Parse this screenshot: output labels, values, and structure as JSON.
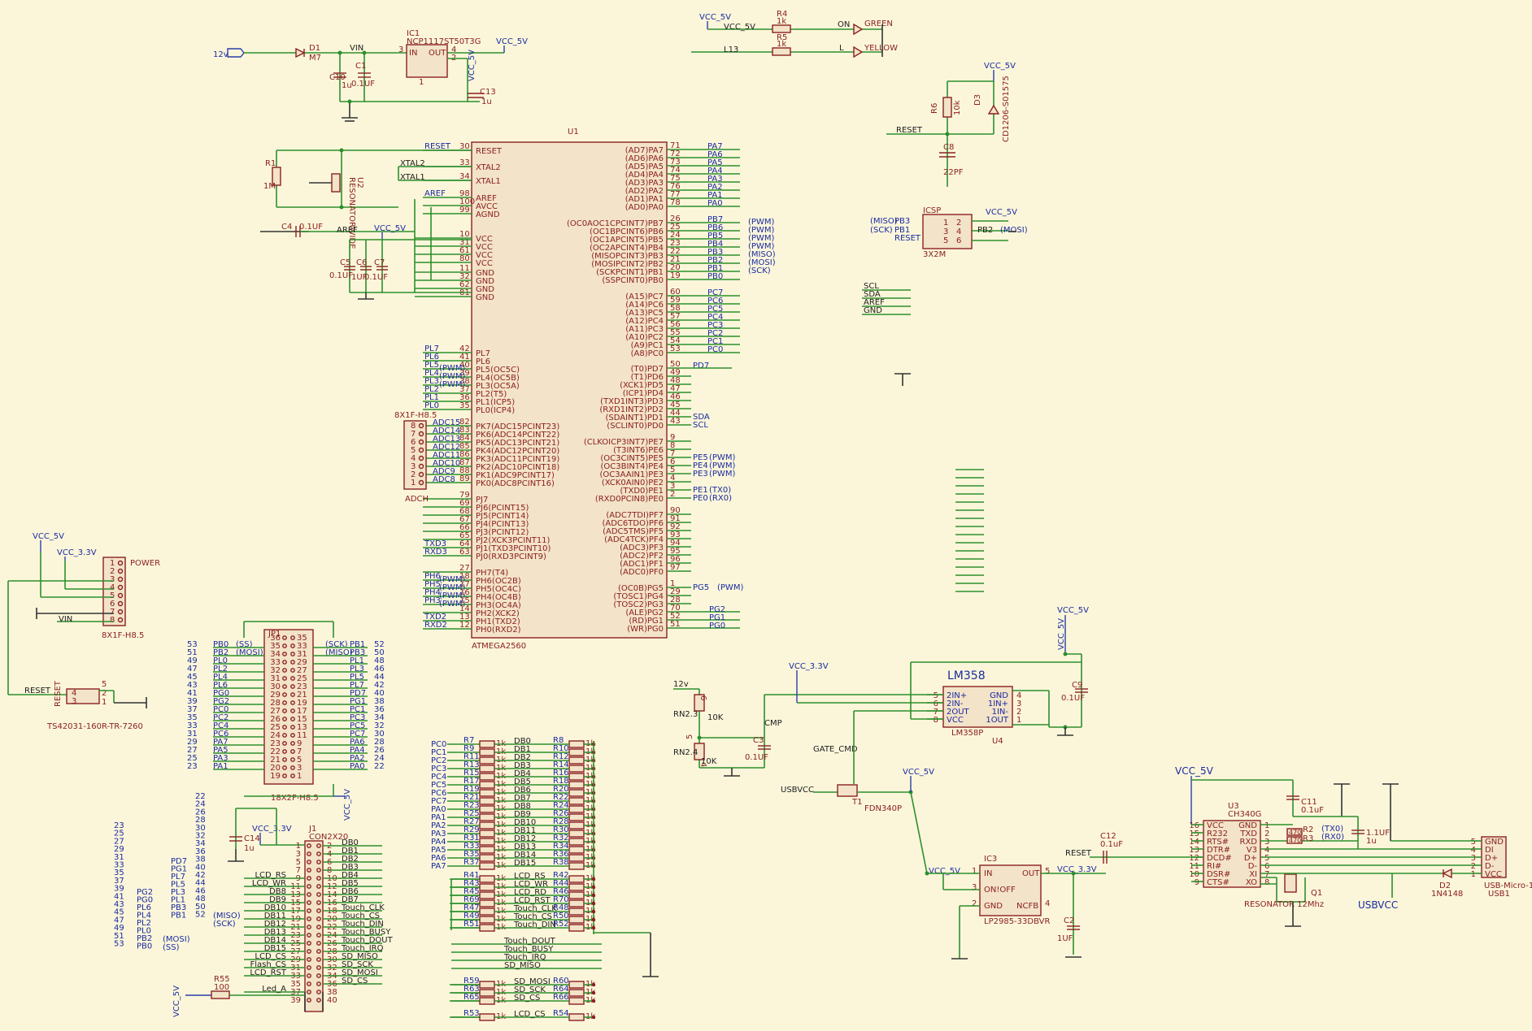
{
  "colors": {
    "background": "#fbf6da",
    "wire": "#2d8f2d",
    "part": "#8b2020",
    "net": "#1a2aa0"
  },
  "top": {
    "in12": "12v",
    "d1": "D1",
    "d1v": "M7",
    "vin": "VIN",
    "ic1": "IC1",
    "ic1p": "NCP1117ST50T3G",
    "in": "IN",
    "out": "OUT",
    "vcc5": "VCC_5V",
    "c10": "C10",
    "c10v": "1u",
    "c1": "C1",
    "c1v": "0.1UF",
    "c13": "C13",
    "c13v": "1u",
    "p3": "3",
    "p4": "4",
    "p2": "2",
    "p1": "1"
  },
  "leds": {
    "vcc": "VCC_5V",
    "net": "VCC_5V",
    "r4": "R4",
    "r4v": "1k",
    "r5": "R5",
    "r5v": "1k",
    "l13": "L13",
    "on": "ON",
    "l": "L",
    "green": "GREEN",
    "yellow": "YELLOW"
  },
  "reset_ckt": {
    "vcc": "VCC_5V",
    "r6": "R6",
    "r6v": "10k",
    "d3": "D3",
    "d3p": "CD1206-S01575",
    "reset": "RESET",
    "c8": "C8",
    "c8v": "22PF"
  },
  "icsp": {
    "name": "ICSP",
    "part": "3X2M",
    "vcc": "VCC_5V",
    "l": [
      "(MISO)",
      "(SCK)",
      "",
      "PB3",
      "PB1",
      "RESET"
    ],
    "r": [
      "PB2",
      "(MOSI)"
    ],
    "nums": [
      "1",
      "2",
      "3",
      "4",
      "5",
      "6"
    ]
  },
  "i2c": [
    "SCL",
    "SDA",
    "AREF",
    "GND"
  ],
  "mcu": {
    "name": "U1",
    "part": "ATMEGA2560",
    "left_top": [
      [
        "RESET",
        "30",
        "RESET"
      ],
      [
        "",
        "33",
        "XTAL2"
      ],
      [
        "",
        "34",
        "XTAL1"
      ],
      [
        "AREF",
        "98",
        "AREF"
      ],
      [
        "",
        "100",
        "AVCC"
      ],
      [
        "",
        "99",
        "AGND"
      ]
    ],
    "xtal": [
      "XTAL2",
      "XTAL1"
    ],
    "vcc": [
      "10",
      "31",
      "61",
      "80"
    ],
    "vcc_lbl": "VCC",
    "vcc_small": "VCC",
    "gnd": [
      "11",
      "32",
      "62",
      "81"
    ],
    "gnd_lbl": "GND",
    "gnd_small": "GND",
    "pl": [
      [
        "PL7",
        "42",
        "PL7",
        ""
      ],
      [
        "PL6",
        "41",
        "PL6",
        ""
      ],
      [
        "PL5",
        "40",
        "PL5(OC5C)",
        "(PWM)"
      ],
      [
        "PL4",
        "39",
        "PL4(OC5B)",
        "(PWM)"
      ],
      [
        "PL3",
        "38",
        "PL3(OC5A)",
        "(PWM)"
      ],
      [
        "PL2",
        "37",
        "PL2(T5)",
        ""
      ],
      [
        "PL1",
        "36",
        "PL1(ICP5)",
        ""
      ],
      [
        "PL0",
        "35",
        "PL0(ICP4)",
        ""
      ]
    ],
    "pk": [
      [
        "ADC15",
        "82",
        "PK7(ADC15PCINT23)"
      ],
      [
        "ADC14",
        "83",
        "PK6(ADC14PCINT22)"
      ],
      [
        "ADC13",
        "84",
        "PK5(ADC13PCINT21)"
      ],
      [
        "ADC12",
        "85",
        "PK4(ADC12PCINT20)"
      ],
      [
        "ADC11",
        "86",
        "PK3(ADC11PCINT19)"
      ],
      [
        "ADC10",
        "87",
        "PK2(ADC10PCINT18)"
      ],
      [
        "ADC9",
        "88",
        "PK1(ADC9PCINT17)"
      ],
      [
        "ADC8",
        "89",
        "PK0(ADC8PCINT16)"
      ]
    ],
    "pj": [
      [
        "",
        "79",
        "PJ7"
      ],
      [
        "",
        "69",
        "PJ6(PCINT15)"
      ],
      [
        "",
        "68",
        "PJ5(PCINT14)"
      ],
      [
        "",
        "67",
        "PJ4(PCINT13)"
      ],
      [
        "",
        "66",
        "PJ3(PCINT12)"
      ],
      [
        "",
        "65",
        "PJ2(XCK3PCINT11)"
      ],
      [
        "TXD3",
        "64",
        "PJ1(TXD3PCINT10)"
      ],
      [
        "RXD3",
        "63",
        "PJ0(RXD3PCINT9)"
      ]
    ],
    "ph": [
      [
        "",
        "27",
        "PH7(T4)",
        ""
      ],
      [
        "PH6",
        "18",
        "PH6(OC2B)",
        "(PWM)"
      ],
      [
        "PH5",
        "17",
        "PH5(OC4C)",
        "(PWM)"
      ],
      [
        "PH4",
        "16",
        "PH4(OC4B)",
        "(PWM)"
      ],
      [
        "PH3",
        "15",
        "PH3(OC4A)",
        "(PWM)"
      ],
      [
        "",
        "14",
        "PH2(XCK2)",
        ""
      ],
      [
        "TXD2",
        "13",
        "PH1(TXD2)",
        ""
      ],
      [
        "RXD2",
        "12",
        "PH0(RXD2)",
        ""
      ]
    ],
    "pa": [
      [
        "(AD7)PA7",
        "71",
        "PA7",
        ""
      ],
      [
        "(AD6)PA6",
        "72",
        "PA6",
        ""
      ],
      [
        "(AD5)PA5",
        "73",
        "PA5",
        ""
      ],
      [
        "(AD4)PA4",
        "74",
        "PA4",
        ""
      ],
      [
        "(AD3)PA3",
        "75",
        "PA3",
        ""
      ],
      [
        "(AD2)PA2",
        "76",
        "PA2",
        ""
      ],
      [
        "(AD1)PA1",
        "77",
        "PA1",
        ""
      ],
      [
        "(AD0)PA0",
        "78",
        "PA0",
        ""
      ]
    ],
    "pb": [
      [
        "(OC0AOC1CPCINT7)PB7",
        "26",
        "PB7",
        "(PWM)"
      ],
      [
        "(OC1BPCINT6)PB6",
        "25",
        "PB6",
        "(PWM)"
      ],
      [
        "(OC1APCINT5)PB5",
        "24",
        "PB5",
        "(PWM)"
      ],
      [
        "(OC2APCINT4)PB4",
        "23",
        "PB4",
        "(PWM)"
      ],
      [
        "(MISOPCINT3)PB3",
        "22",
        "PB3",
        "(MISO)"
      ],
      [
        "(MOSIPCINT2)PB2",
        "21",
        "PB2",
        "(MOSI)"
      ],
      [
        "(SCKPCINT1)PB1",
        "20",
        "PB1",
        "(SCK)"
      ],
      [
        "(SSPCINT0)PB0",
        "19",
        "PB0",
        ""
      ]
    ],
    "pc": [
      [
        "(A15)PC7",
        "60",
        "PC7",
        ""
      ],
      [
        "(A14)PC6",
        "59",
        "PC6",
        ""
      ],
      [
        "(A13)PC5",
        "58",
        "PC5",
        ""
      ],
      [
        "(A12)PC4",
        "57",
        "PC4",
        ""
      ],
      [
        "(A11)PC3",
        "56",
        "PC3",
        ""
      ],
      [
        "(A10)PC2",
        "55",
        "PC2",
        ""
      ],
      [
        "(A9)PC1",
        "54",
        "PC1",
        ""
      ],
      [
        "(A8)PC0",
        "53",
        "PC0",
        ""
      ]
    ],
    "pd": [
      [
        "(T0)PD7",
        "50",
        "PD7",
        ""
      ],
      [
        "(T1)PD6",
        "49",
        "",
        ""
      ],
      [
        "(XCK1)PD5",
        "48",
        "",
        ""
      ],
      [
        "(ICP1)PD4",
        "47",
        "",
        ""
      ],
      [
        "(TXD1INT3)PD3",
        "46",
        "",
        ""
      ],
      [
        "(RXD1INT2)PD2",
        "45",
        "",
        ""
      ],
      [
        "(SDAINT1)PD1",
        "44",
        "SDA",
        ""
      ],
      [
        "(SCLINT0)PD0",
        "43",
        "SCL",
        ""
      ]
    ],
    "pe": [
      [
        "(CLKOICP3INT7)PE7",
        "9",
        "",
        ""
      ],
      [
        "(T3INT6)PE6",
        "8",
        "",
        ""
      ],
      [
        "(OC3CINT5)PE5",
        "7",
        "PE5",
        "(PWM)"
      ],
      [
        "(OC3BINT4)PE4",
        "6",
        "PE4",
        "(PWM)"
      ],
      [
        "(OC3AAIN1)PE3",
        "5",
        "PE3",
        "(PWM)"
      ],
      [
        "(XCK0AIN0)PE2",
        "4",
        "",
        ""
      ],
      [
        "(TXD0)PE1",
        "3",
        "PE1",
        "(TX0)"
      ],
      [
        "(RXD0PCIN8)PE0",
        "2",
        "PE0",
        "(RX0)"
      ]
    ],
    "pf": [
      [
        "(ADC7TDI)PF7",
        "90"
      ],
      [
        "(ADC6TDO)PF6",
        "91"
      ],
      [
        "(ADC5TMS)PF5",
        "92"
      ],
      [
        "(ADC4TCK)PF4",
        "93"
      ],
      [
        "(ADC3)PF3",
        "94"
      ],
      [
        "(ADC2)PF2",
        "95"
      ],
      [
        "(ADC1)PF1",
        "96"
      ],
      [
        "(ADC0)PF0",
        "97"
      ]
    ],
    "pg": [
      [
        "(OC0B)PG5",
        "1",
        "PG5",
        "(PWM)"
      ],
      [
        "(TOSC1)PG4",
        "29",
        "",
        ""
      ],
      [
        "(TOSC2)PG3",
        "28",
        "",
        ""
      ],
      [
        "(ALE)PG2",
        "70",
        "PG2",
        ""
      ],
      [
        "(RD)PG1",
        "52",
        "PG1",
        ""
      ],
      [
        "(WR)PG0",
        "51",
        "PG0",
        ""
      ]
    ]
  },
  "crystal": {
    "r1": "R1",
    "r1v": "1M",
    "u2": "U2",
    "u2p": "RESONATORWIDE",
    "c4": "C4",
    "c4v": "0.1UF",
    "aref": "AREF",
    "vcc": "VCC_5V",
    "c5": "C5",
    "c6": "C6",
    "c7": "C7",
    "cv": "0.1UF",
    "c6v": "1UF",
    "c7v": "0.1UF"
  },
  "adch": {
    "name": "8X1F-H8.5",
    "part": "ADCH",
    "pins": [
      "8",
      "7",
      "6",
      "5",
      "4",
      "3",
      "2",
      "1"
    ]
  },
  "power": {
    "vcc5": "VCC_5V",
    "vcc33": "VCC_3.3V",
    "vin": "VIN",
    "name": "POWER",
    "part": "8X1F-H8.5",
    "pins": [
      "1",
      "2",
      "3",
      "4",
      "5",
      "6",
      "7",
      "8"
    ]
  },
  "reset_sw": {
    "reset": "RESET",
    "name": "RESET",
    "part": "TS42031-160R-TR-7260",
    "p": [
      "4",
      "3",
      "5",
      "2",
      "1"
    ]
  },
  "hdr18": {
    "name": "JP1",
    "part": "18X2F-H8.5",
    "vcc": "VCC_5V",
    "left": [
      [
        "53",
        "PB0",
        "(SS)"
      ],
      [
        "51",
        "PB2",
        "(MOSI)"
      ],
      [
        "49",
        "PL0",
        ""
      ],
      [
        "47",
        "PL2",
        ""
      ],
      [
        "45",
        "PL4",
        ""
      ],
      [
        "43",
        "PL6",
        ""
      ],
      [
        "41",
        "PG0",
        ""
      ],
      [
        "39",
        "PG2",
        ""
      ],
      [
        "37",
        "PC0",
        ""
      ],
      [
        "35",
        "PC2",
        ""
      ],
      [
        "33",
        "PC4",
        ""
      ],
      [
        "31",
        "PC6",
        ""
      ],
      [
        "29",
        "PA7",
        ""
      ],
      [
        "27",
        "PA5",
        ""
      ],
      [
        "25",
        "PA3",
        ""
      ],
      [
        "23",
        "PA1",
        ""
      ]
    ],
    "right": [
      [
        "52",
        "PB1",
        "(SCK)"
      ],
      [
        "50",
        "PB3",
        "(MISO)"
      ],
      [
        "48",
        "PL1",
        ""
      ],
      [
        "46",
        "PL3",
        ""
      ],
      [
        "44",
        "PL5",
        ""
      ],
      [
        "42",
        "PL7",
        ""
      ],
      [
        "40",
        "PD7",
        ""
      ],
      [
        "38",
        "PG1",
        ""
      ],
      [
        "36",
        "PC1",
        ""
      ],
      [
        "34",
        "PC3",
        ""
      ],
      [
        "32",
        "PC5",
        ""
      ],
      [
        "30",
        "PC7",
        ""
      ],
      [
        "28",
        "PA6",
        ""
      ],
      [
        "26",
        "PA4",
        ""
      ],
      [
        "24",
        "PA2",
        ""
      ],
      [
        "22",
        "PA0",
        ""
      ]
    ],
    "pl": [
      "36",
      "35",
      "34",
      "33",
      "32",
      "31",
      "30",
      "29",
      "28",
      "27",
      "26",
      "25",
      "24",
      "23",
      "22",
      "21",
      "20",
      "19"
    ],
    "pr": [
      "35",
      "33",
      "31",
      "29",
      "27",
      "25",
      "23",
      "21",
      "19",
      "17",
      "15",
      "13",
      "11",
      "9",
      "7",
      "5",
      "3",
      "1"
    ]
  },
  "lcd_list": {
    "col1": [
      "23",
      "25",
      "27",
      "29",
      "31",
      "33",
      "35",
      "37",
      "39",
      "41",
      "43",
      "45",
      "47",
      "49",
      "51",
      "53"
    ],
    "col2": [
      "22",
      "24",
      "26",
      "28",
      "30",
      "32",
      "34",
      "36",
      "38",
      "40",
      "42",
      "44",
      "46",
      "48",
      "50",
      "52"
    ],
    "nets1": [
      "PD7",
      "PG1",
      "PL7",
      "PL5",
      "PL3",
      "PL1",
      "PB3",
      "PB1"
    ],
    "nets1b": [
      "PG2",
      "PG0",
      "PL6",
      "PL4",
      "PL2",
      "PL0",
      "PB2",
      "PB0"
    ],
    "ann": [
      "(MISO)",
      "(SCK)",
      "(MOSI)",
      "(SS)"
    ]
  },
  "j1": {
    "name": "J1",
    "part": "CON2X20",
    "vcc": "VCC_3.3V",
    "c14": "C14",
    "c14v": "1u",
    "left": [
      "",
      "",
      "",
      "",
      "LCD_RS",
      "LCD_WR",
      "DB8",
      "DB9",
      "DB10",
      "DB11",
      "DB12",
      "DB13",
      "DB14",
      "DB15",
      "LCD_CS",
      "Flash_CS",
      "LCD_RST",
      "",
      "Led_A",
      ""
    ],
    "right": [
      "DB0",
      "DB1",
      "DB2",
      "DB3",
      "DB4",
      "DB5",
      "DB6",
      "DB7",
      "Touch_CLK",
      "Touch_CS",
      "Touch_DIN",
      "Touch_BUSY",
      "Touch_DOUT",
      "Touch_IRQ",
      "SD_MISO",
      "SD_SCK",
      "SD_MOSI",
      "SD_CS",
      "",
      ""
    ],
    "r55": "R55",
    "r55v": "100",
    "vcc5": "VCC_5V"
  },
  "resnet": {
    "rows": [
      [
        "PC0",
        "R7",
        "DB0",
        "R8"
      ],
      [
        "PC1",
        "R9",
        "DB1",
        "R10"
      ],
      [
        "PC2",
        "R11",
        "DB2",
        "R12"
      ],
      [
        "PC3",
        "R13",
        "DB3",
        "R14"
      ],
      [
        "PC4",
        "R15",
        "DB4",
        "R16"
      ],
      [
        "PC5",
        "R17",
        "DB5",
        "R18"
      ],
      [
        "PC6",
        "R19",
        "DB6",
        "R20"
      ],
      [
        "PC7",
        "R21",
        "DB7",
        "R22"
      ],
      [
        "PA0",
        "R23",
        "DB8",
        "R24"
      ],
      [
        "PA1",
        "R25",
        "DB9",
        "R26"
      ],
      [
        "PA2",
        "R27",
        "DB10",
        "R28"
      ],
      [
        "PA3",
        "R29",
        "DB11",
        "R30"
      ],
      [
        "PA4",
        "R31",
        "DB12",
        "R32"
      ],
      [
        "PA5",
        "R33",
        "DB13",
        "R34"
      ],
      [
        "PA6",
        "R35",
        "DB14",
        "R36"
      ],
      [
        "PA7",
        "R37",
        "DB15",
        "R38"
      ]
    ],
    "rows2": [
      [
        "R41",
        "LCD_RS",
        "R42"
      ],
      [
        "R43",
        "LCD_WR",
        "R44"
      ],
      [
        "R45",
        "LCD_RD",
        "R46"
      ],
      [
        "R69",
        "LCD_RST",
        "R70"
      ],
      [
        "R47",
        "Touch_CLK",
        "R48"
      ],
      [
        "R49",
        "Touch_CS",
        "R50"
      ],
      [
        "R51",
        "Touch_DIN",
        "R52"
      ]
    ],
    "rows3": [
      "Touch_DOUT",
      "Touch_BUSY",
      "Touch_IRQ",
      "SD_MISO"
    ],
    "rows4": [
      [
        "R59",
        "SD_MOSI",
        "R60"
      ],
      [
        "R63",
        "SD_SCK",
        "R64"
      ],
      [
        "R65",
        "SD_CS",
        "R66"
      ]
    ],
    "rows5": [
      [
        "R53",
        "LCD_CS",
        "R54"
      ]
    ],
    "val": "1k"
  },
  "cmp": {
    "v12": "12v",
    "rn23": "RN2.3",
    "rn24": "RN2.4",
    "v10k": "10K",
    "v10k2": "10K",
    "c3": "C3",
    "c3v": "0.1UF",
    "cmp": "CMP",
    "gate": "GATE_CMD",
    "usbvcc": "USBVCC",
    "t1": "T1",
    "t1p": "FDN340P",
    "vcc33": "VCC_3.3V",
    "vcc5": "VCC_5V",
    "p": [
      "6",
      "5",
      "4",
      "3",
      "7",
      "8"
    ]
  },
  "lm358": {
    "name": "LM358",
    "part": "LM358P",
    "u": "U4",
    "vcc": "VCC_5V",
    "c9v": "0.1UF",
    "c9": "C9",
    "lp": [
      "2IN+",
      "2IN-",
      "2OUT",
      "VCC"
    ],
    "ln": [
      "5",
      "6",
      "7",
      "8"
    ],
    "rp": [
      "GND",
      "1IN+",
      "1IN-",
      "1OUT"
    ],
    "rn": [
      "4",
      "3",
      "2",
      "1"
    ]
  },
  "ic3": {
    "name": "IC3",
    "part": "LP2985-33DBVR",
    "in": "IN",
    "out": "OUT",
    "onoff": "ON!OFF",
    "gnd": "GND",
    "nc": "NCFB",
    "vcc5": "VCC_5V",
    "vcc33": "VCC_3.3V",
    "c2": "C2",
    "c2v": "1UF",
    "n": [
      "1",
      "3",
      "2",
      "5",
      "4"
    ]
  },
  "ch340": {
    "name": "U3",
    "part": "CH340G",
    "vcc": "VCC_5V",
    "reset": "RESET",
    "c12": "C12",
    "c12v": "0.1uF",
    "c11": "C11",
    "c11v": "0.1uF",
    "c1uf": "1.1UF",
    "c1ufb": "1u",
    "lp": [
      "VCC",
      "R232",
      "RTS#",
      "DTR#",
      "DCD#",
      "RI#",
      "DSR#",
      "CTS#"
    ],
    "ln": [
      "16",
      "15",
      "14",
      "13",
      "12",
      "11",
      "10",
      "9"
    ],
    "rp": [
      "GND",
      "TXD",
      "RXD",
      "V3",
      "D+",
      "D-",
      "XI",
      "XO"
    ],
    "rn": [
      "1",
      "2",
      "3",
      "4",
      "5",
      "6",
      "7",
      "8"
    ],
    "r2": "R2",
    "r3": "R3",
    "rv": "470",
    "tx0": "(TX0)",
    "rx0": "(RX0)",
    "q1": "Q1",
    "q1p": "RESONATOR 12Mhz",
    "usbvcc": "USBVCC"
  },
  "usb": {
    "name": "USB1",
    "part": "USB-Micro-1",
    "pins": [
      "GND",
      "DI",
      "D+",
      "D-",
      "VCC"
    ],
    "nums": [
      "5",
      "4",
      "3",
      "2",
      "1"
    ],
    "d2": "D2",
    "d2p": "1N4148"
  }
}
